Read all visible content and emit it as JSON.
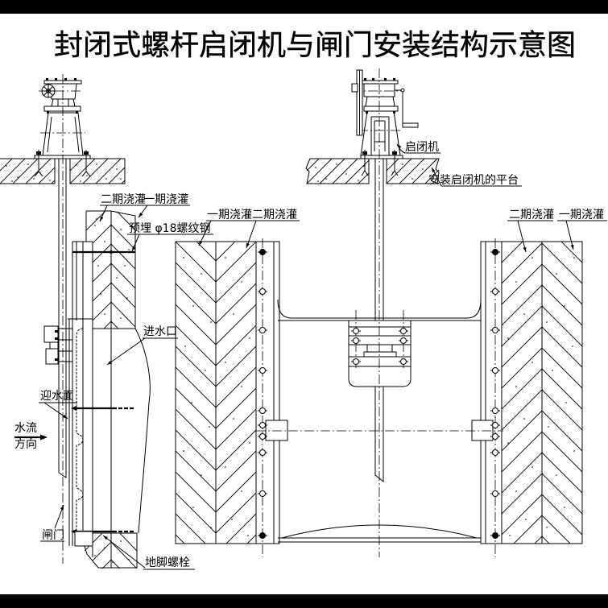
{
  "title": "封闭式螺杆启闭机与闸门安装结构示意图",
  "side_view": {
    "second_stage_pour": "二期浇灌",
    "first_stage_pour": "一期浇灌",
    "embedded_rebar": "预埋 φ18螺纹钢",
    "water_inlet": "进水口",
    "upstream_face": "迎水面",
    "flow_direction": [
      "水流",
      "方向"
    ],
    "gate": "闸门",
    "anchor_bolt": "地脚螺栓"
  },
  "front_view": {
    "hoist": "启闭机",
    "hoist_platform": "安装启闭机的平台",
    "left_wall_labels": [
      "一期浇灌",
      "二期浇灌"
    ],
    "right_wall_labels": [
      "二期浇灌",
      "一期浇灌"
    ]
  },
  "colors": {
    "ink": "#000000",
    "paper": "#ffffff",
    "frame_band": "#000000"
  }
}
